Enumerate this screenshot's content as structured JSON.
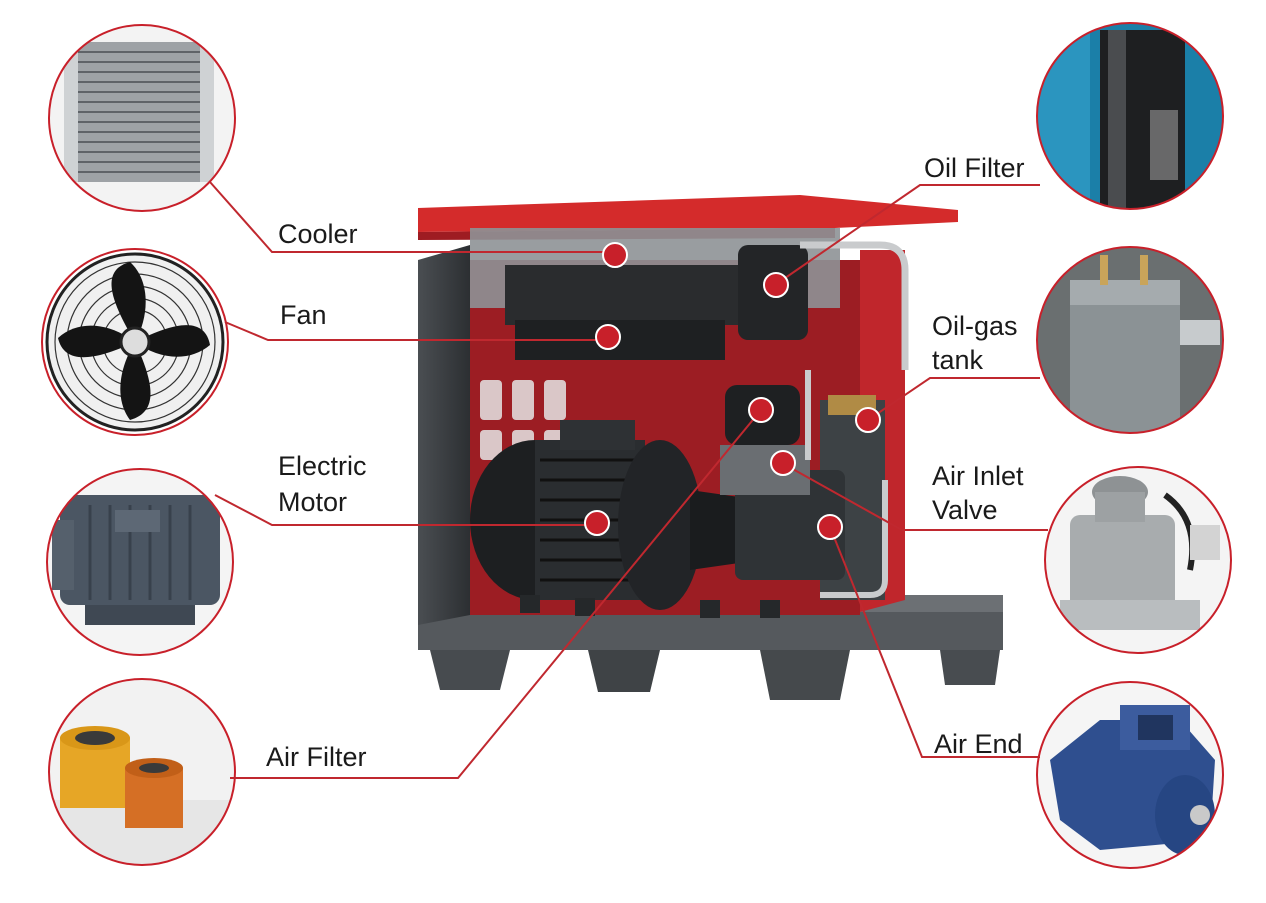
{
  "colors": {
    "accent": "#c8202a",
    "leader_line": "#c0282f",
    "machine_dark": "#3a3d40",
    "machine_red": "#cf2a2a"
  },
  "labels": {
    "cooler": "Cooler",
    "fan": "Fan",
    "electric_motor_line1": "Electric",
    "electric_motor_line2": "Motor",
    "air_filter": "Air Filter",
    "oil_filter": "Oil Filter",
    "oil_gas_tank_line1": "Oil-gas",
    "oil_gas_tank_line2": "tank",
    "air_inlet_valve_line1": "Air Inlet",
    "air_inlet_valve_line2": "Valve",
    "air_end": "Air End"
  }
}
